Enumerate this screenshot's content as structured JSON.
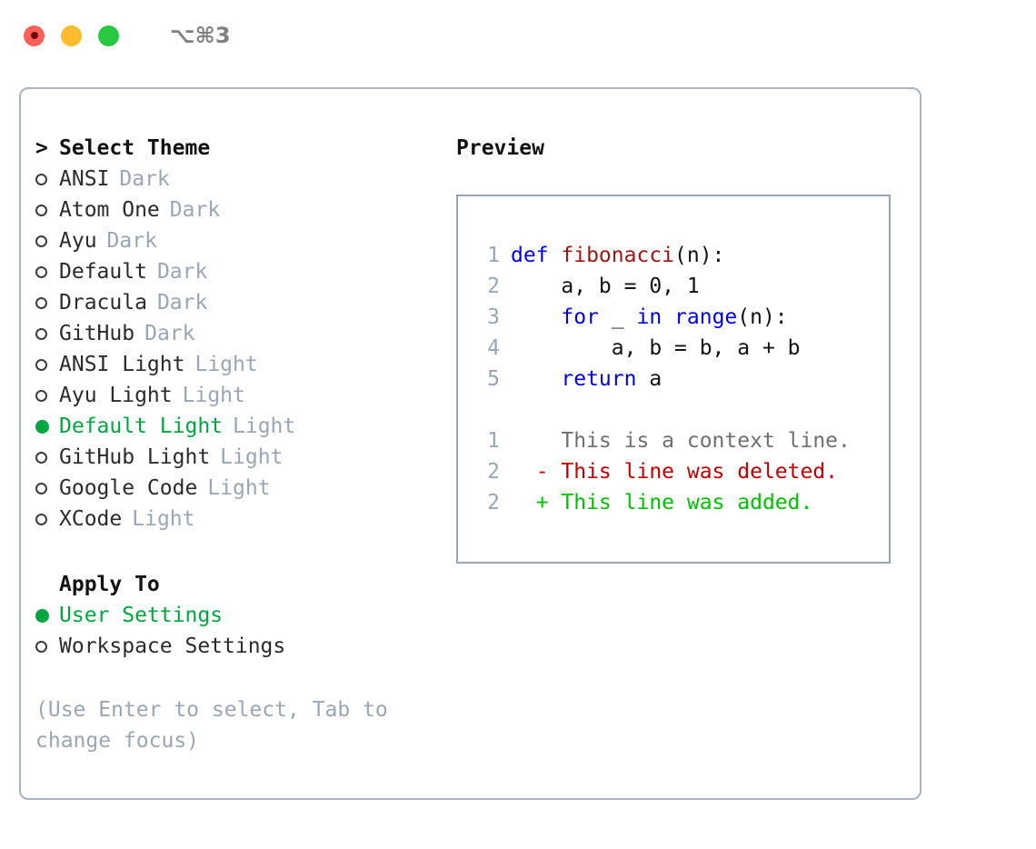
{
  "titlebar": {
    "shortcut": "⌥⌘3",
    "lights": [
      "close-red",
      "minimize-yellow",
      "zoom-green"
    ]
  },
  "left": {
    "header": "Select Theme",
    "prompt_marker": ">",
    "themes": [
      {
        "name": "ANSI",
        "tag": "Dark",
        "selected": false
      },
      {
        "name": "Atom One",
        "tag": "Dark",
        "selected": false
      },
      {
        "name": "Ayu",
        "tag": "Dark",
        "selected": false
      },
      {
        "name": "Default",
        "tag": "Dark",
        "selected": false
      },
      {
        "name": "Dracula",
        "tag": "Dark",
        "selected": false
      },
      {
        "name": "GitHub",
        "tag": "Dark",
        "selected": false
      },
      {
        "name": "ANSI Light",
        "tag": "Light",
        "selected": false
      },
      {
        "name": "Ayu Light",
        "tag": "Light",
        "selected": false
      },
      {
        "name": "Default Light",
        "tag": "Light",
        "selected": true
      },
      {
        "name": "GitHub Light",
        "tag": "Light",
        "selected": false
      },
      {
        "name": "Google Code",
        "tag": "Light",
        "selected": false
      },
      {
        "name": "XCode",
        "tag": "Light",
        "selected": false
      }
    ],
    "apply_to_header": "Apply To",
    "apply_to_options": [
      {
        "name": "User Settings",
        "selected": true
      },
      {
        "name": "Workspace Settings",
        "selected": false
      }
    ],
    "hint": "(Use Enter to select, Tab to change focus)"
  },
  "right": {
    "preview_title": "Preview",
    "code_lines": [
      {
        "num": "1",
        "tokens": [
          {
            "t": "def ",
            "c": "kw"
          },
          {
            "t": "fibonacci",
            "c": "fn"
          },
          {
            "t": "(n):",
            "c": "txt"
          }
        ]
      },
      {
        "num": "2",
        "tokens": [
          {
            "t": "    a, b = 0, 1",
            "c": "txt"
          }
        ]
      },
      {
        "num": "3",
        "tokens": [
          {
            "t": "    ",
            "c": "txt"
          },
          {
            "t": "for",
            "c": "kw"
          },
          {
            "t": " _ ",
            "c": "txt"
          },
          {
            "t": "in range",
            "c": "kw"
          },
          {
            "t": "(n):",
            "c": "txt"
          }
        ]
      },
      {
        "num": "4",
        "tokens": [
          {
            "t": "        a, b = b, a + b",
            "c": "txt"
          }
        ]
      },
      {
        "num": "5",
        "tokens": [
          {
            "t": "    ",
            "c": "txt"
          },
          {
            "t": "return",
            "c": "kw"
          },
          {
            "t": " a",
            "c": "txt"
          }
        ]
      }
    ],
    "diff_lines": [
      {
        "num": "1",
        "marker": "  ",
        "text": "This is a context line.",
        "kind": "ctx"
      },
      {
        "num": "2",
        "marker": "- ",
        "text": "This line was deleted.",
        "kind": "del"
      },
      {
        "num": "2",
        "marker": "+ ",
        "text": "This line was added.",
        "kind": "add"
      }
    ]
  },
  "colors": {
    "accent_green": "#00a63f",
    "keyword_blue": "#0000ee",
    "function_red": "#a11515",
    "muted": "#9aa6b4",
    "diff_add": "#00c000",
    "diff_del": "#c00000"
  }
}
